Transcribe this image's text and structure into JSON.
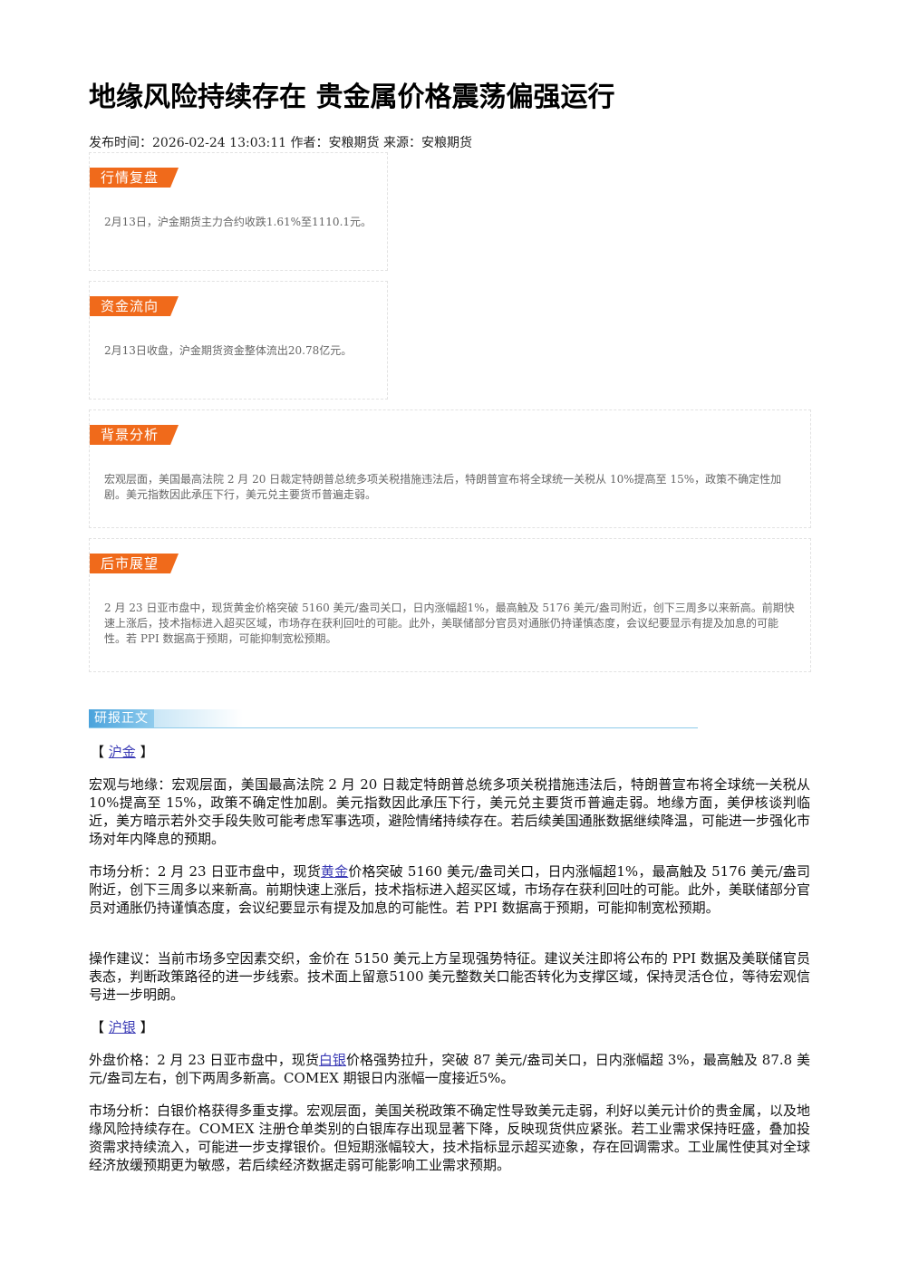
{
  "article": {
    "title": "地缘风险持续存在 贵金属价格震荡偏强运行",
    "meta": {
      "time_label": "发布时间：",
      "time": "2026-02-24 13:03:11",
      "author_label": "作者：",
      "author": "安粮期货",
      "source_label": "来源：",
      "source": "安粮期货"
    }
  },
  "summary_boxes": [
    {
      "tag": "行情复盘",
      "text": "2月13日，沪金期货主力合约收跌1.61%至1110.1元。"
    },
    {
      "tag": "资金流向",
      "text": "2月13日收盘，沪金期货资金整体流出20.78亿元。"
    },
    {
      "tag": "背景分析",
      "text": "宏观层面，美国最高法院 2 月 20 日裁定特朗普总统多项关税措施违法后，特朗普宣布将全球统一关税从 10%提高至 15%，政策不确定性加剧。美元指数因此承压下行，美元兑主要货币普遍走弱。"
    },
    {
      "tag": "后市展望",
      "text": "2 月 23 日亚市盘中，现货黄金价格突破 5160 美元/盎司关口，日内涨幅超1%，最高触及 5176 美元/盎司附近，创下三周多以来新高。前期快速上涨后，技术指标进入超买区域，市场存在获利回吐的可能。此外，美联储部分官员对通胀仍持谨慎态度，会议纪要显示有提及加息的可能性。若 PPI 数据高于预期，可能抑制宽松预期。"
    }
  ],
  "report": {
    "section_label": "研报正文",
    "gold": {
      "bracket_open": "【",
      "name": "沪金",
      "bracket_close": "】",
      "p1": "宏观与地缘：宏观层面，美国最高法院 2 月 20 日裁定特朗普总统多项关税措施违法后，特朗普宣布将全球统一关税从 10%提高至 15%，政策不确定性加剧。美元指数因此承压下行，美元兑主要货币普遍走弱。地缘方面，美伊核谈判临近，美方暗示若外交手段失败可能考虑军事选项，避险情绪持续存在。若后续美国通胀数据继续降温，可能进一步强化市场对年内降息的预期。",
      "p2_before": "市场分析：2 月 23 日亚市盘中，现货",
      "p2_link": "黄金",
      "p2_after": "价格突破 5160 美元/盎司关口，日内涨幅超1%，最高触及 5176 美元/盎司附近，创下三周多以来新高。前期快速上涨后，技术指标进入超买区域，市场存在获利回吐的可能。此外，美联储部分官员对通胀仍持谨慎态度，会议纪要显示有提及加息的可能性。若 PPI 数据高于预期，可能抑制宽松预期。",
      "p3": "操作建议：当前市场多空因素交织，金价在 5150 美元上方呈现强势特征。建议关注即将公布的 PPI 数据及美联储官员表态，判断政策路径的进一步线索。技术面上留意5100 美元整数关口能否转化为支撑区域，保持灵活仓位，等待宏观信号进一步明朗。"
    },
    "silver": {
      "bracket_open": "【",
      "name": "沪银",
      "bracket_close": "】",
      "p1_before": "外盘价格：2 月 23 日亚市盘中，现货",
      "p1_link": "白银",
      "p1_after": "价格强势拉升，突破 87 美元/盎司关口，日内涨幅超 3%，最高触及 87.8 美元/盎司左右，创下两周多新高。COMEX 期银日内涨幅一度接近5%。",
      "p2": "市场分析：白银价格获得多重支撑。宏观层面，美国关税政策不确定性导致美元走弱，利好以美元计价的贵金属，以及地缘风险持续存在。COMEX 注册仓单类别的白银库存出现显著下降，反映现货供应紧张。若工业需求保持旺盛，叠加投资需求持续流入，可能进一步支撑银价。但短期涨幅较大，技术指标显示超买迹象，存在回调需求。工业属性使其对全球经济放缓预期更为敏感，若后续经济数据走弱可能影响工业需求预期。"
    }
  },
  "colors": {
    "tag_orange": "#f06a1b",
    "section_blue": "#4aa3dc",
    "link": "#3a3ab5"
  }
}
